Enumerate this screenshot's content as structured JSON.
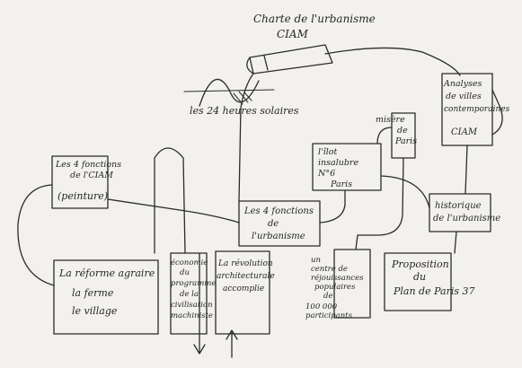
{
  "title": {
    "line1": "Charte de l'urbanisme",
    "line2": "CIAM"
  },
  "nodes": {
    "heures": {
      "label": "les 24 heures solaires"
    },
    "fonctions_ciam": {
      "lines": [
        "Les 4 fonctions",
        "de l'CIAM"
      ]
    },
    "peinture": {
      "label": "(peinture)"
    },
    "reforme": {
      "lines": [
        "La réforme agraire",
        "la ferme",
        "le village"
      ]
    },
    "economie": {
      "lines": [
        "économie",
        "du",
        "programme",
        "de la",
        "civilisation",
        "machiniste"
      ]
    },
    "revolution": {
      "lines": [
        "La révolution",
        "architecturale",
        "accomplie"
      ]
    },
    "fonctions_urbanisme": {
      "lines": [
        "Les 4 fonctions",
        "de",
        "l'urbanisme"
      ]
    },
    "ilot": {
      "lines": [
        "l'îlot",
        "insalubre",
        "N°6",
        "Paris"
      ]
    },
    "centre": {
      "lines": [
        "un",
        "centre de",
        "réjouissances",
        "populaires",
        "de",
        "100 000",
        "participants"
      ]
    },
    "misere": {
      "lines": [
        "misère",
        "de",
        "Paris"
      ]
    },
    "proposition": {
      "lines": [
        "Proposition",
        "du",
        "Plan de Paris 37"
      ]
    },
    "analyses": {
      "lines": [
        "Analyses",
        "de villes",
        "contemporaines",
        "CIAM"
      ]
    },
    "historique": {
      "lines": [
        "historique",
        "de l'urbanisme"
      ]
    }
  }
}
